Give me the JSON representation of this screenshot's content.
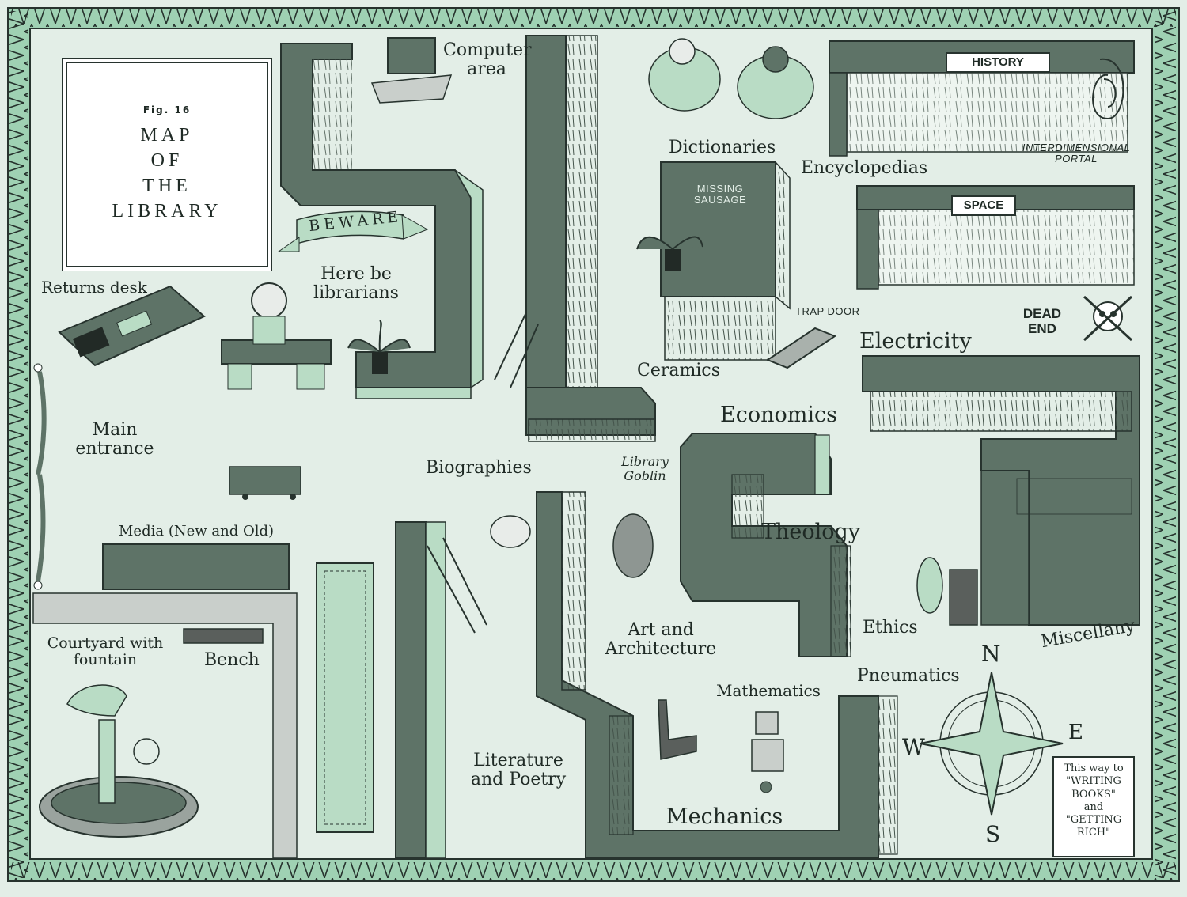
{
  "title": {
    "fig": "Fig. 16",
    "line1": "MAP",
    "line2": "OF",
    "line3": "THE",
    "line4": "LIBRARY"
  },
  "labels": {
    "computer_area": "Computer area",
    "dictionaries": "Dictionaries",
    "missing_sausage": "MISSING SAUSAGE",
    "encyclopedias": "Encyclopedias",
    "history": "HISTORY",
    "interdimensional_portal": "INTERDIMENSIONAL PORTAL",
    "space": "SPACE",
    "beware": "BEWARE",
    "here_be_librarians": "Here be librarians",
    "returns_desk": "Returns desk",
    "trap_door": "TRAP DOOR",
    "dead_end": "DEAD END",
    "electricity": "Electricity",
    "ceramics": "Ceramics",
    "economics": "Economics",
    "main_entrance": "Main entrance",
    "biographies": "Biographies",
    "library_goblin": "Library Goblin",
    "theology": "Theology",
    "media": "Media (New and Old)",
    "courtyard": "Courtyard with fountain",
    "bench": "Bench",
    "art_architecture": "Art and Architecture",
    "ethics": "Ethics",
    "miscellany": "Miscellany",
    "pneumatics": "Pneumatics",
    "mathematics": "Mathematics",
    "literature_poetry": "Literature and Poetry",
    "mechanics": "Mechanics"
  },
  "compass": {
    "n": "N",
    "e": "E",
    "s": "S",
    "w": "W"
  },
  "sign": {
    "line1": "This way to",
    "line2": "\"WRITING",
    "line3": "BOOKS\"",
    "line4": "and",
    "line5": "\"GETTING",
    "line6": "RICH\""
  },
  "colors": {
    "background": "#e3eee7",
    "shelf_dark": "#5e7367",
    "shelf_mint": "#b9dcc5",
    "border_mint": "#9fd1b3",
    "ink": "#27332e"
  }
}
